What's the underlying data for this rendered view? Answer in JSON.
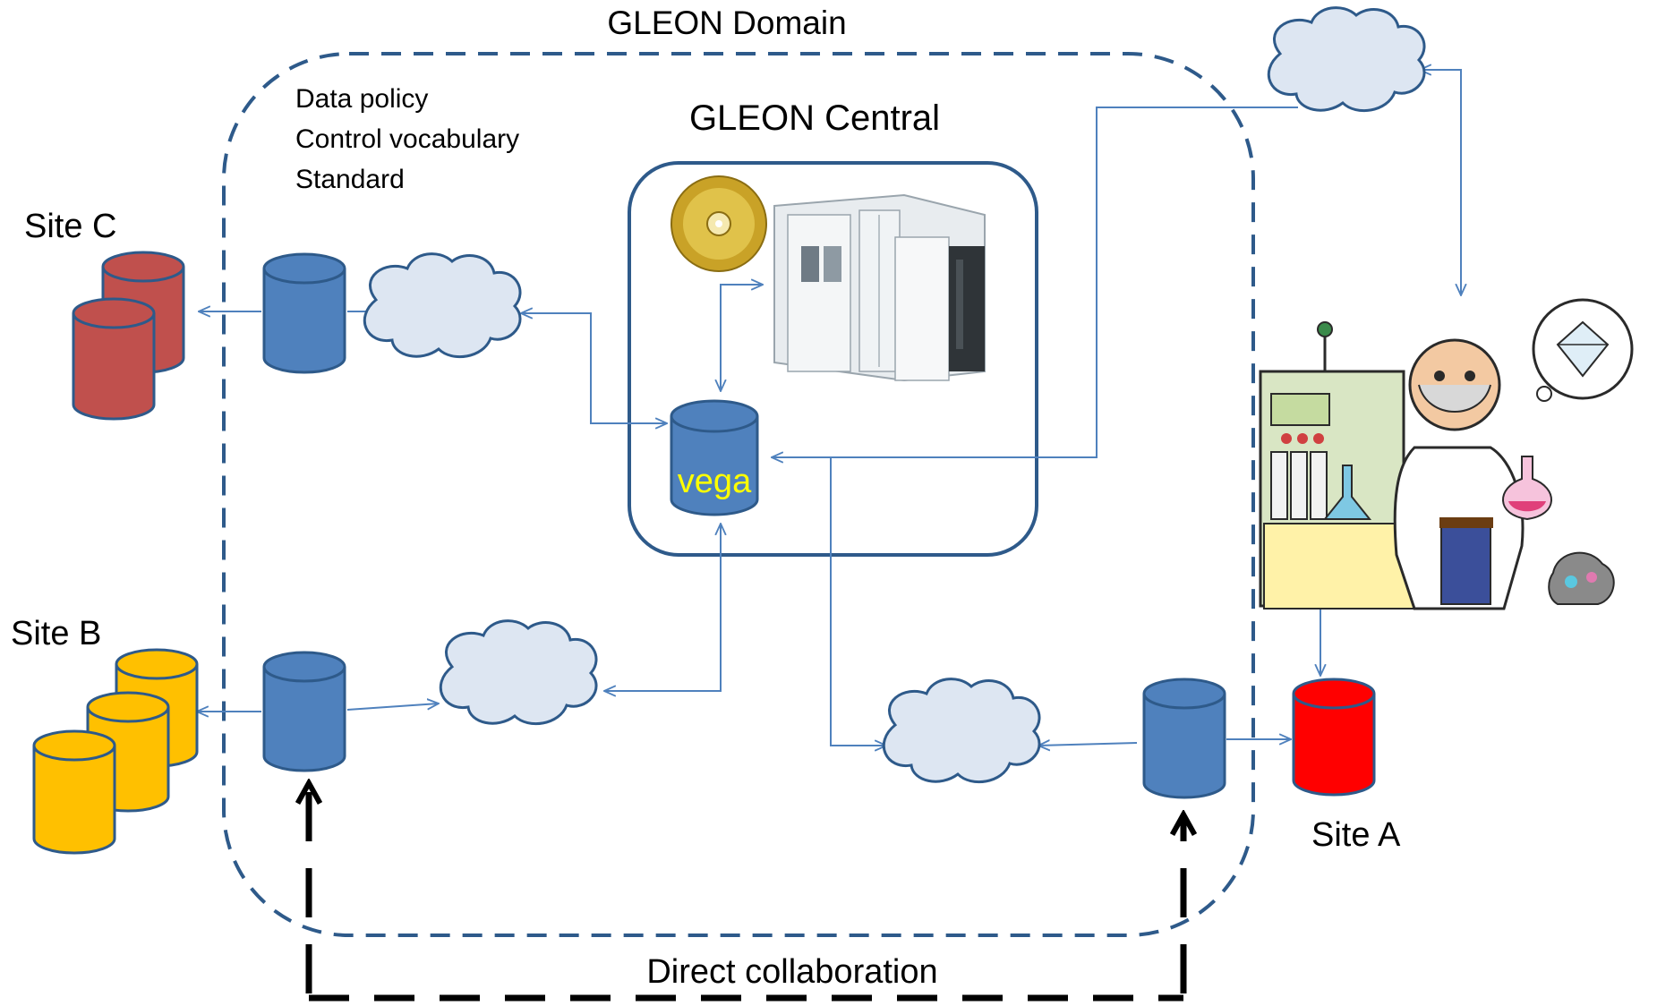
{
  "title": "GLEON Domain",
  "central": {
    "title": "GLEON Central",
    "db_label": "vega"
  },
  "policy": {
    "lines": [
      "Data policy",
      "Control vocabulary",
      "Standard"
    ]
  },
  "sites": {
    "a": {
      "label": "Site A",
      "color": "#ff0000"
    },
    "b": {
      "label": "Site B",
      "color": "#ffc000"
    },
    "c": {
      "label": "Site C",
      "color": "#c0504d"
    }
  },
  "collaboration": {
    "label": "Direct collaboration"
  },
  "colors": {
    "domain_border": "#2e5a8a",
    "node_db": "#4f81bd",
    "cloud_fill": "#dde6f2",
    "link": "#4f81bd",
    "collab_line": "#000000",
    "vega_text": "#ffff00"
  }
}
